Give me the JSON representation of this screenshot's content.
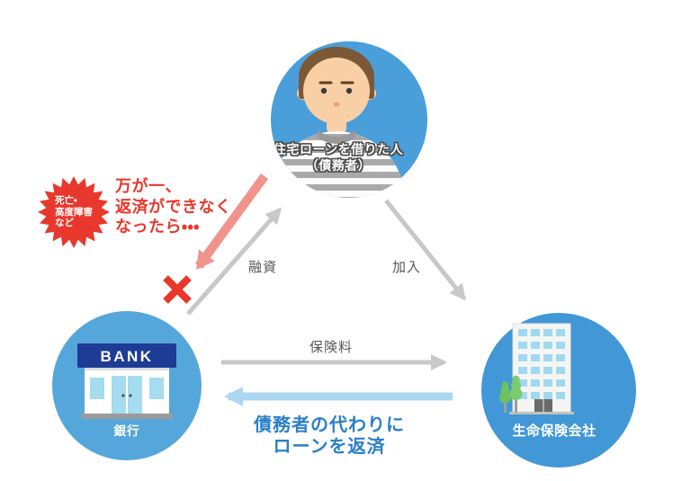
{
  "person": {
    "label": "住宅ローンを借りた人\n（債務者）"
  },
  "bank": {
    "sign": "BANK",
    "label": "銀行"
  },
  "insurer": {
    "label": "生命保険会社"
  },
  "starburst": {
    "label": "死亡・\n高度障害\nなど"
  },
  "warning": {
    "label": "万が一、\n返済ができなく\nなったら・・・"
  },
  "flows": {
    "loan": "融資",
    "enroll": "加入",
    "premium": "保険料",
    "repay": "債務者の代わりに\nローンを返済"
  },
  "icons": {
    "person": "person-avatar",
    "bank": "bank-building",
    "insurer": "office-building",
    "alert": "starburst-badge",
    "blocked": "red-x-mark"
  },
  "colors": {
    "person_circle": "#4A9ED9",
    "bank_circle": "#55A7DB",
    "insurer_circle": "#4297D6",
    "accent_red": "#E8382D",
    "arrow_pink": "#F0938C",
    "arrow_gray": "#C8C8C8",
    "arrow_blue": "#ABD7F2",
    "text_gray": "#595757",
    "text_blue": "#2A7FC7",
    "bank_sign_blue": "#1E3C96"
  }
}
